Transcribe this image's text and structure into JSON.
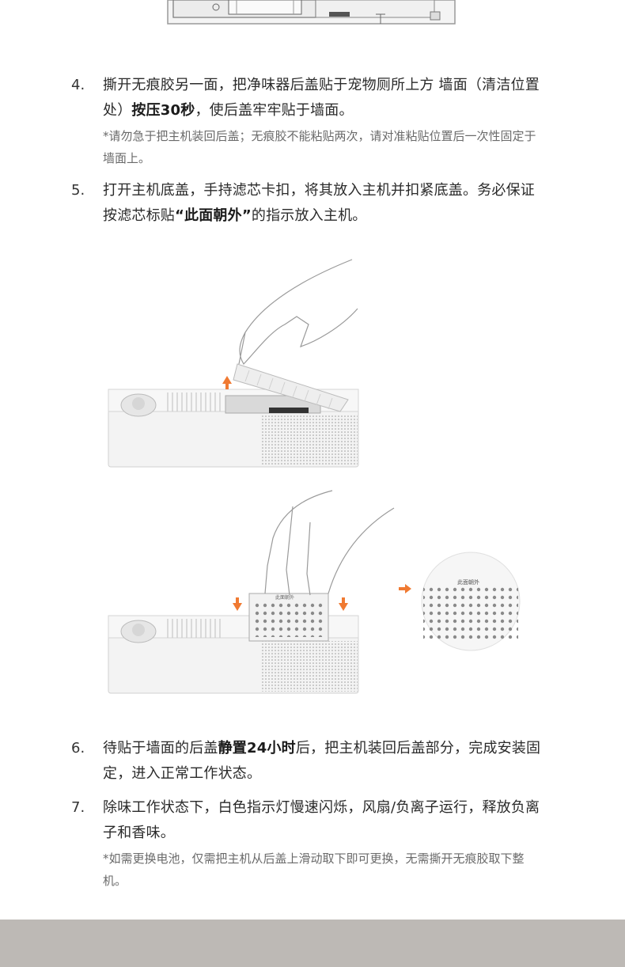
{
  "steps": [
    {
      "number": "4.",
      "text_before": "撕开无痕胶另一面，把净味器后盖贴于宠物厕所上方 墙面（清洁位置处）",
      "text_bold": "按压30秒",
      "text_after": "，使后盖牢牢贴于墙面。",
      "note": "*请勿急于把主机装回后盖；无痕胶不能粘贴两次，请对准粘贴位置后一次性固定于墙面上。"
    },
    {
      "number": "5.",
      "text_before": "打开主机底盖，手持滤芯卡扣，将其放入主机并扣紧底盖。务必保证按滤芯标贴",
      "text_bold": "“此面朝外”",
      "text_after": "的指示放入主机。",
      "note": ""
    },
    {
      "number": "6.",
      "text_before": "待贴于墙面的后盖",
      "text_bold": "静置24小时",
      "text_after": "后，把主机装回后盖部分，完成安装固定，进入正常工作状态。",
      "note": ""
    },
    {
      "number": "7.",
      "text_before": "除味工作状态下，白色指示灯慢速闪烁，风扇/负离子运行，释放负离子和香味。",
      "text_bold": "",
      "text_after": "",
      "note": "*如需更换电池，仅需把主机从后盖上滑动取下即可更换，无需撕开无痕胶取下整机。"
    }
  ],
  "illustration": {
    "filter_label": "此面朝外"
  },
  "colors": {
    "accent_arrow": "#f07a32",
    "footer_band": "#bdb9b5"
  }
}
